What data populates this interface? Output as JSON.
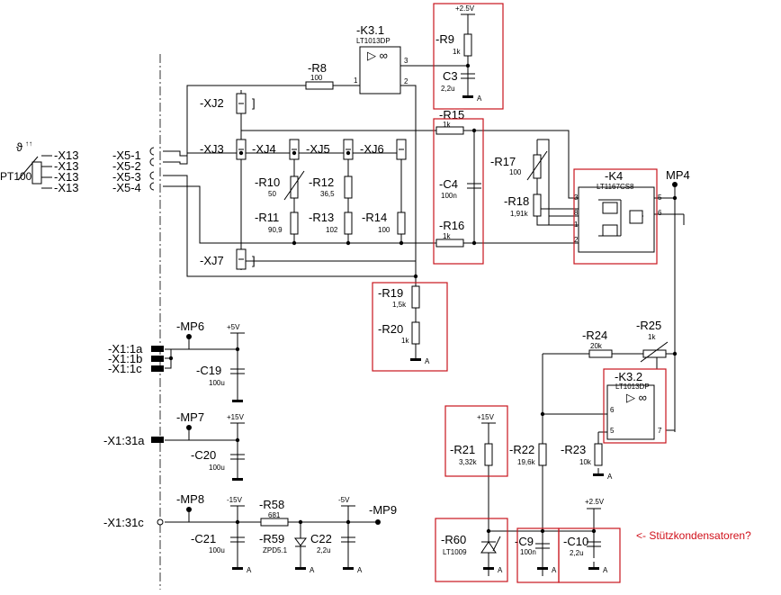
{
  "rails": {
    "p25_top": "+2.5V",
    "p5": "+5V",
    "p15_left": "+15V",
    "m15": "-15V",
    "m5": "-5V",
    "p15_right": "+15V",
    "p25_bottom": "+2.5V"
  },
  "opamps": {
    "k31": {
      "ref": "-K3.1",
      "type": "LT1013DP",
      "sym": "▷ ∞",
      "p1": "1",
      "p2": "2",
      "p3": "3"
    },
    "k4": {
      "ref": "-K4",
      "type": "LT1167CS8",
      "p3": "3",
      "p8": "8",
      "p1": "1",
      "p2": "2",
      "p5": "5",
      "p6": "6"
    },
    "k32": {
      "ref": "-K3.2",
      "type": "LT1013DP",
      "sym": "▷ ∞",
      "p6": "6",
      "p5": "5",
      "p7": "7"
    }
  },
  "resistors": {
    "r8": {
      "ref": "-R8",
      "val": "100"
    },
    "r9": {
      "ref": "-R9",
      "val": "1k"
    },
    "r10": {
      "ref": "-R10",
      "val": "50"
    },
    "r11": {
      "ref": "-R11",
      "val": "90,9"
    },
    "r12": {
      "ref": "-R12",
      "val": "36,5"
    },
    "r13": {
      "ref": "-R13",
      "val": "102"
    },
    "r14": {
      "ref": "-R14",
      "val": "100"
    },
    "r15": {
      "ref": "-R15",
      "val": "1k"
    },
    "r16": {
      "ref": "-R16",
      "val": "1k"
    },
    "r17": {
      "ref": "-R17",
      "val": "100"
    },
    "r18": {
      "ref": "-R18",
      "val": "1,91k"
    },
    "r19": {
      "ref": "-R19",
      "val": "1,5k"
    },
    "r20": {
      "ref": "-R20",
      "val": "1k"
    },
    "r21": {
      "ref": "-R21",
      "val": "3,32k"
    },
    "r22": {
      "ref": "-R22",
      "val": "19,6k"
    },
    "r23": {
      "ref": "-R23",
      "val": "10k"
    },
    "r24": {
      "ref": "-R24",
      "val": "20k"
    },
    "r25": {
      "ref": "-R25",
      "val": "1k"
    },
    "r58": {
      "ref": "-R58",
      "val": "681"
    },
    "r59": {
      "ref": "-R59",
      "val": "ZPD5.1"
    },
    "r60": {
      "ref": "-R60",
      "val": "LT1009"
    }
  },
  "capacitors": {
    "c3": {
      "ref": "C3",
      "val": "2,2u"
    },
    "c4": {
      "ref": "-C4",
      "val": "100n"
    },
    "c9": {
      "ref": "-C9",
      "val": "100n"
    },
    "c10": {
      "ref": "-C10",
      "val": "2,2u"
    },
    "c19": {
      "ref": "-C19",
      "val": "100u"
    },
    "c20": {
      "ref": "-C20",
      "val": "100u"
    },
    "c21": {
      "ref": "-C21",
      "val": "100u"
    },
    "c22": {
      "ref": "C22",
      "val": "2,2u"
    }
  },
  "jumpers": {
    "xj2": "-XJ2",
    "xj3": "-XJ3",
    "xj4": "-XJ4",
    "xj5": "-XJ5",
    "xj6": "-XJ6",
    "xj7": "-XJ7"
  },
  "connectors": {
    "x13": "-X13",
    "x51": "-X5-1",
    "x52": "-X5-2",
    "x53": "-X5-3",
    "x54": "-X5-4",
    "x1a": "-X1:1a",
    "x1b": "-X1:1b",
    "x1c": "-X1:1c",
    "x31a": "-X1:31a",
    "x31c": "-X1:31c"
  },
  "sensor": {
    "name": "PT100",
    "mark": "ϑ",
    "arrows": "↑↑"
  },
  "measure_points": {
    "mp4": "MP4",
    "mp6": "-MP6",
    "mp7": "-MP7",
    "mp8": "-MP8",
    "mp9": "-MP9"
  },
  "ground": "A",
  "note": "<- Stützkondensatoren?",
  "highlight_color": "#c9141d"
}
